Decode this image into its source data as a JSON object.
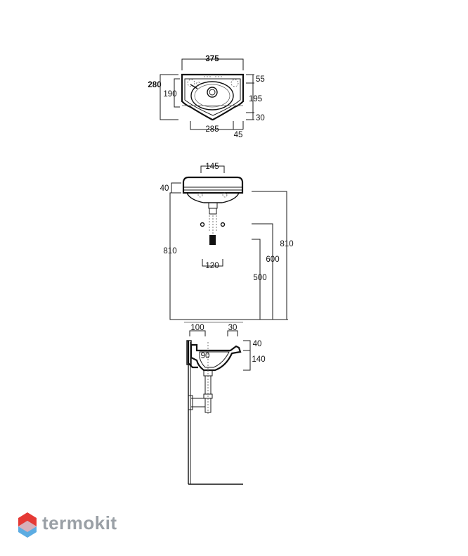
{
  "top_view": {
    "width_total": "375",
    "height_total": "280",
    "height_inner": "190",
    "right_top": "55",
    "right_mid": "195",
    "right_bottom": "30",
    "bottom_width": "285",
    "bottom_offset": "45"
  },
  "front_view": {
    "top_width": "145",
    "rim_height": "40",
    "total_height_left": "810",
    "total_height_right": "810",
    "height_600": "600",
    "height_500": "500",
    "bolt_spacing": "120"
  },
  "side_view": {
    "depth_100": "100",
    "depth_30": "30",
    "inner_90": "90",
    "rim_40": "40",
    "height_140": "140"
  },
  "brand": {
    "name": "termokit",
    "colors": {
      "logo_red": "#e53935",
      "logo_blue": "#4aa3df",
      "logo_text": "#9aa0a6"
    }
  }
}
